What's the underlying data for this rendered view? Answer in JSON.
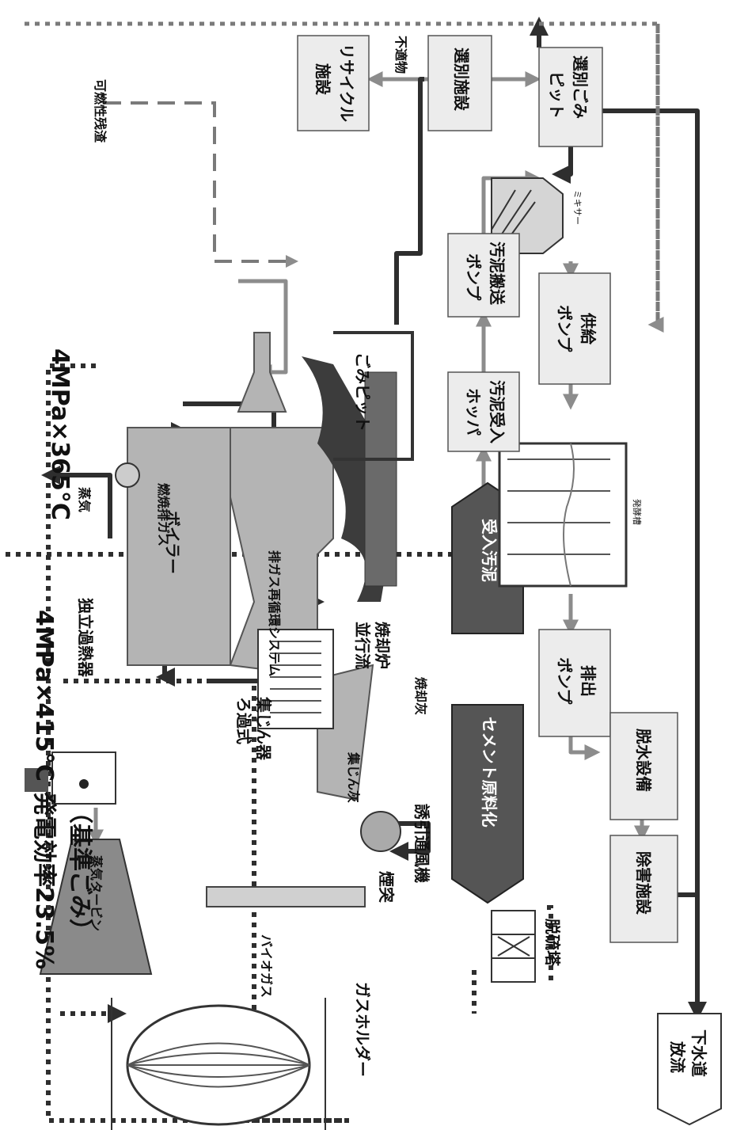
{
  "title": {
    "efficiency_line1": "発電効率23.5%",
    "efficiency_line2": "（基準ごみ）",
    "turbine_condition": "4MPa×415°C"
  },
  "boiler_steam": {
    "condition": "4MPa×365°C",
    "label": "蒸気"
  },
  "units": {
    "steam_turbine": "蒸気タービン",
    "superheater": "独立過熱器",
    "boiler": "ボイラー",
    "furnace_line1": "並行流",
    "furnace_line2": "焼却炉",
    "bag_filter_line1": "ろ過式",
    "bag_filter_line2": "集じん器",
    "id_fan": "誘引通風機",
    "stack": "煙突",
    "gas_holder": "ガスホルダー",
    "desulfurizer": "脱硫塔",
    "cement": "セメント原料化",
    "received_sludge": "受入汚泥",
    "sludge_hopper_line1": "汚泥受入",
    "sludge_hopper_line2": "ホッパ",
    "sludge_pump_line1": "汚泥搬送",
    "sludge_pump_line2": "ポンプ",
    "waste_pit": "ごみピット",
    "mixer": "ミキサー",
    "feed_pump_line1": "供給",
    "feed_pump_line2": "ポンプ",
    "digester": "発酵槽",
    "discharge_pump_line1": "排出",
    "discharge_pump_line2": "ポンプ",
    "dewatering": "脱水設備",
    "wastewater": "除害施設",
    "sewer_line1": "下水道",
    "sewer_line2": "放流",
    "sorting": "選別施設",
    "sorted_pit_line1": "選別ごみ",
    "sorted_pit_line2": "ピット",
    "recycling_line1": "リサイクル",
    "recycling_line2": "施設"
  },
  "flows": {
    "biogas": "バイオガス",
    "flue_recirc": "排ガス再循環システム",
    "combustion_gas": "燃焼排ガス",
    "dust": "集じん灰",
    "ash": "焼却灰",
    "combustible_residue": "可燃性残渣",
    "unsuitable": "不適物"
  },
  "colors": {
    "dark_line": "#2e2e2e",
    "gray_line": "#8c8c8c",
    "box_fill": "#ececec",
    "dark_box": "#555555"
  }
}
